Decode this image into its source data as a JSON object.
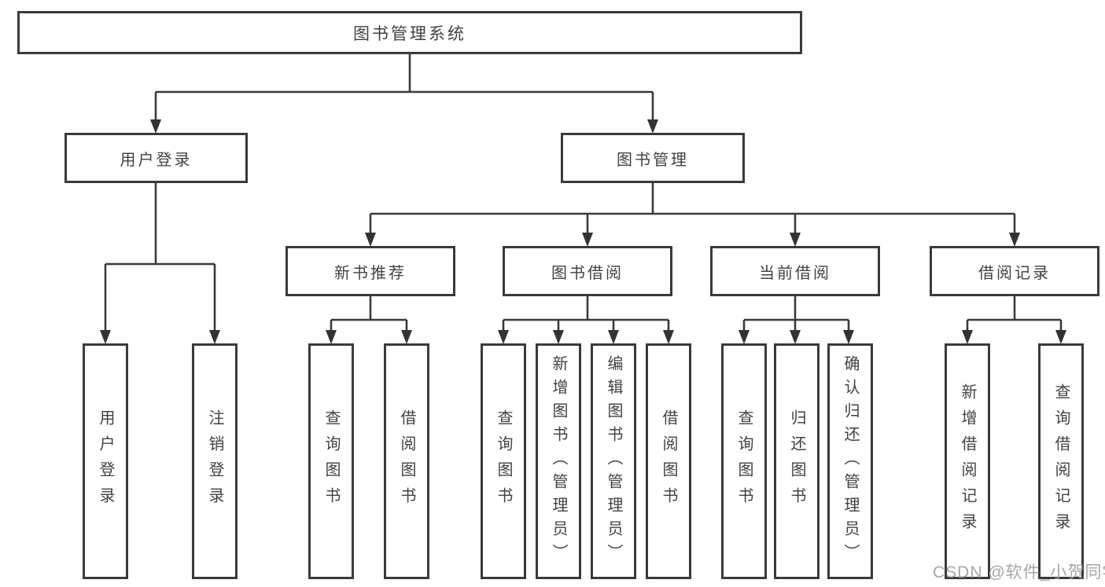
{
  "diagram": {
    "root": {
      "label": "图书管理系统"
    },
    "branches": [
      {
        "label": "用户登录",
        "children": [
          {
            "label": "用户登录"
          },
          {
            "label": "注销登录"
          }
        ]
      },
      {
        "label": "图书管理",
        "children": [
          {
            "label": "新书推荐",
            "children": [
              {
                "label": "查询图书"
              },
              {
                "label": "借阅图书"
              }
            ]
          },
          {
            "label": "图书借阅",
            "children": [
              {
                "label": "查询图书"
              },
              {
                "label": "新增图书（管理员）"
              },
              {
                "label": "编辑图书（管理员）"
              },
              {
                "label": "借阅图书"
              }
            ]
          },
          {
            "label": "当前借阅",
            "children": [
              {
                "label": "查询图书"
              },
              {
                "label": "归还图书"
              },
              {
                "label": "确认归还（管理员）"
              }
            ]
          },
          {
            "label": "借阅记录",
            "children": [
              {
                "label": "新增借阅记录"
              },
              {
                "label": "查询借阅记录"
              }
            ]
          }
        ]
      }
    ]
  },
  "watermark": {
    "text": "CSDN @软件_小贺同学"
  },
  "colors": {
    "line": "#3a3a3a",
    "node_border": "#3a3a3a",
    "node_text": "#424242",
    "background": "#ffffff",
    "watermark": "#9e9e9e"
  }
}
